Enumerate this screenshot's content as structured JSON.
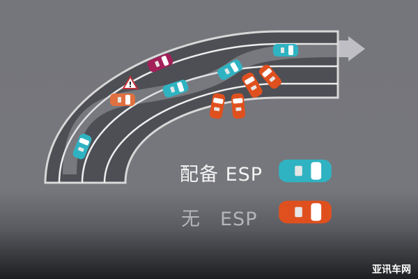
{
  "legend": {
    "with_esp": "配备 ESP",
    "without_esp": "无　ESP"
  },
  "watermark": "亚讯车网",
  "colors": {
    "esp_car": "#2fb3c2",
    "no_esp_car": "#e0501f",
    "other_car": "#a3205a",
    "road": "#4d4f55"
  },
  "icons": [
    "warning-triangle-icon",
    "direction-arrow-icon"
  ]
}
